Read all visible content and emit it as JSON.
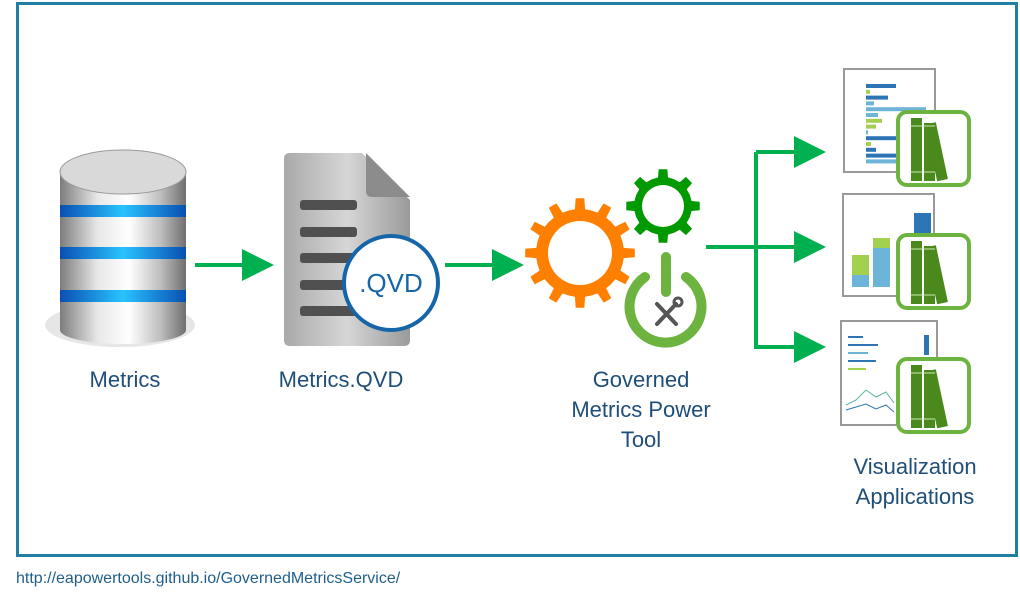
{
  "nodes": {
    "source": {
      "label": "Metrics",
      "icon": "database-icon"
    },
    "file": {
      "label": "Metrics.QVD",
      "badge": ".QVD",
      "icon": "document-icon"
    },
    "tool": {
      "lines": [
        "Governed",
        "Metrics Power",
        "Tool"
      ],
      "icon": "gears-power-tools-icon"
    },
    "apps": {
      "lines": [
        "Visualization",
        "Applications"
      ],
      "icon": "chart-thumbnail-with-books-icon"
    }
  },
  "footer": {
    "url": "http://eapowertools.github.io/GovernedMetricsService/"
  },
  "colors": {
    "frame": "#1f7ea1",
    "arrow": "#00b050",
    "label": "#1f4e79",
    "orange_gear": "#ff7f00",
    "green_gear": "#009a00",
    "power": "#6db33f",
    "books": "#4a8a1c",
    "badge_border": "#1565a8"
  }
}
